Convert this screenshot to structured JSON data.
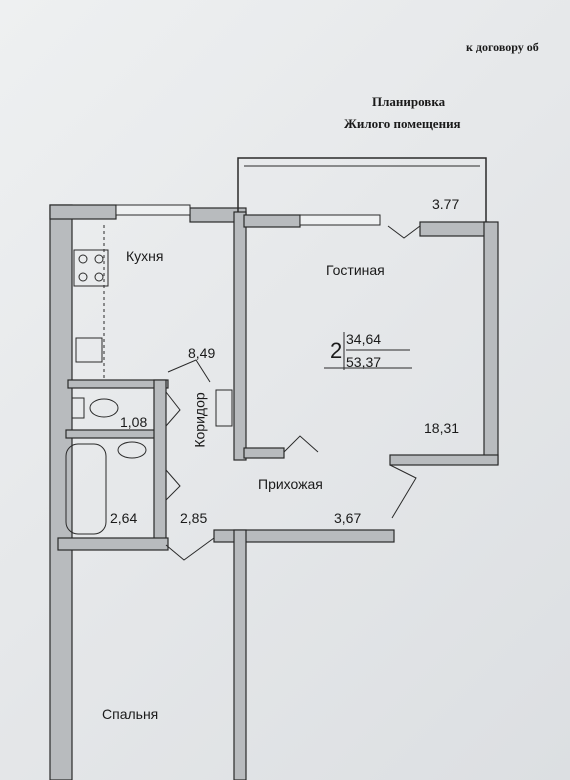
{
  "header": {
    "note": "к договору об",
    "title_line1": "Планировка",
    "title_line2": "Жилого помещения"
  },
  "rooms": {
    "kitchen": {
      "label": "Кухня",
      "area": "8,49"
    },
    "living": {
      "label": "Гостиная",
      "area": "18,31"
    },
    "balcony": {
      "area": "3.77"
    },
    "wc": {
      "area": "1,08"
    },
    "bath": {
      "area": "2,64"
    },
    "corridor": {
      "label": "Коридор",
      "area": "2,85"
    },
    "hall": {
      "label": "Прихожая",
      "area": "3,67"
    },
    "bedroom": {
      "label": "Спальня"
    }
  },
  "summary": {
    "room_count": "2",
    "living_area": "34,64",
    "total_area": "53,37"
  },
  "colors": {
    "wall": "#b8bbbe",
    "line": "#2a2a2a",
    "paper": "#eceeef"
  }
}
